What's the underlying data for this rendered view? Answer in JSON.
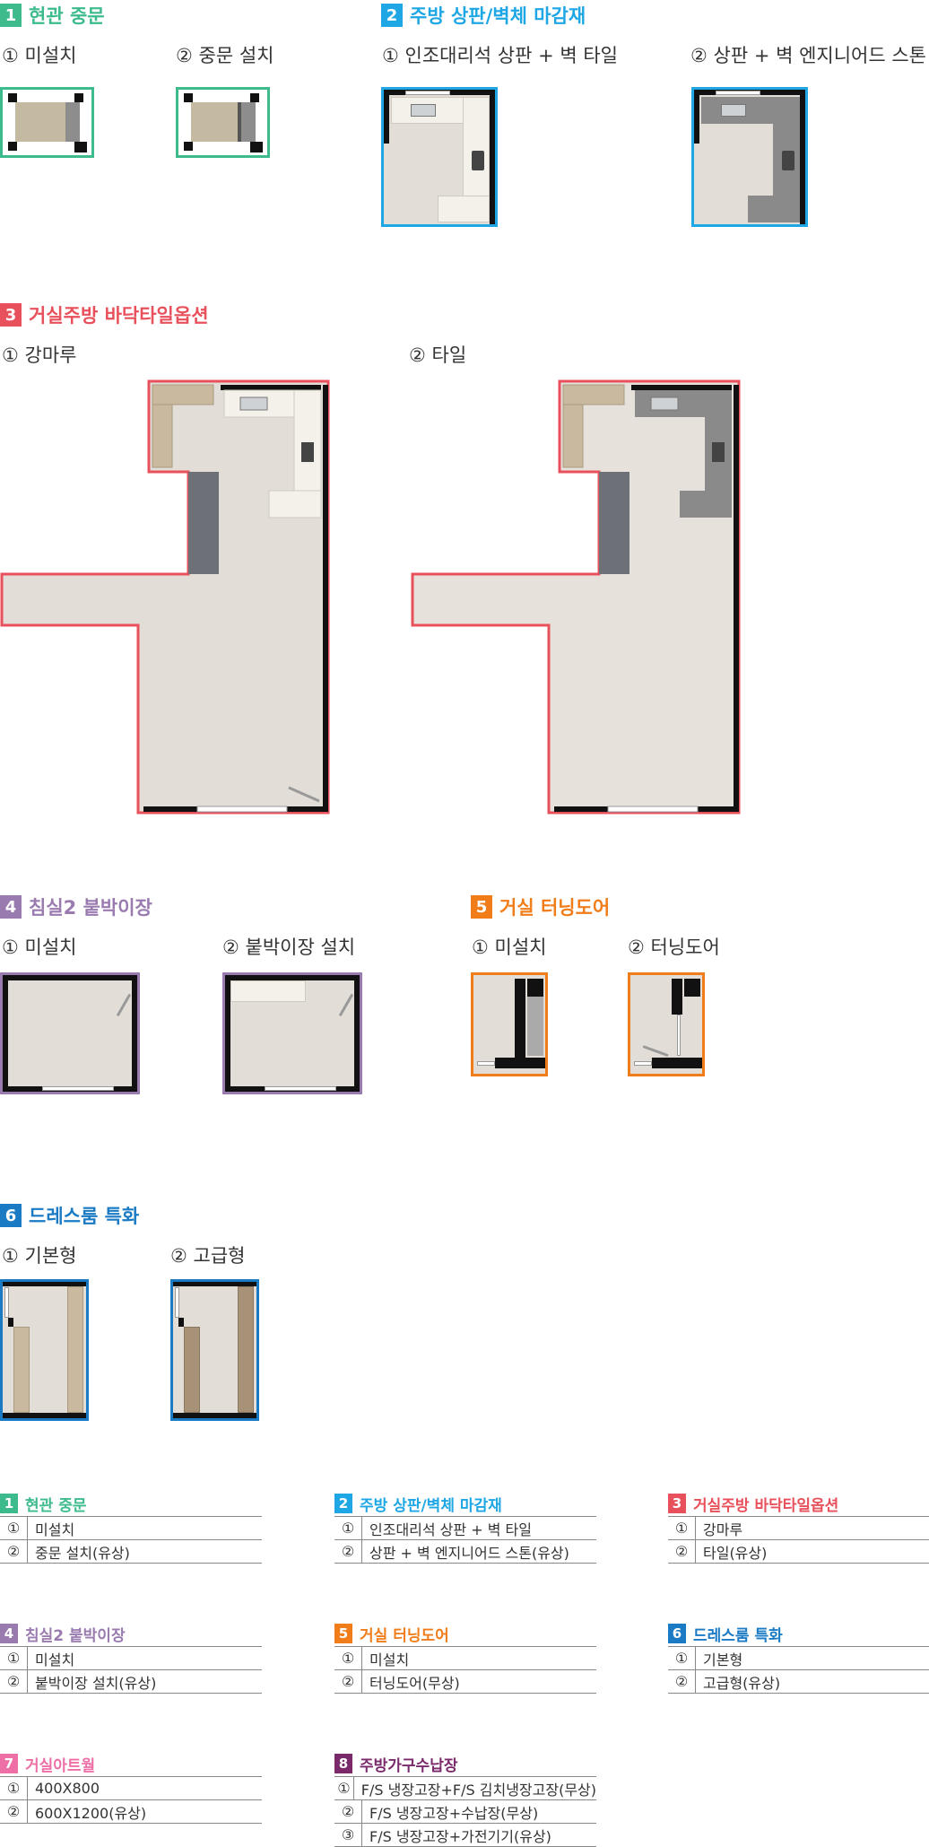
{
  "colors": {
    "s1": "#3dbb8c",
    "s2": "#1ea7e4",
    "s3": "#e8505b",
    "s4": "#9a7bb0",
    "s5": "#f07d1a",
    "s6": "#1a7bc4",
    "s7": "#ee6fa6",
    "s8": "#7a2a6b"
  },
  "sections": {
    "s1": {
      "num": "1",
      "title": "현관 중문",
      "opt1": "① 미설치",
      "opt2": "② 중문 설치"
    },
    "s2": {
      "num": "2",
      "title": "주방 상판/벽체 마감재",
      "opt1": "① 인조대리석 상판 + 벽 타일",
      "opt2": "② 상판 + 벽 엔지니어드 스톤"
    },
    "s3": {
      "num": "3",
      "title": "거실주방 바닥타일옵션",
      "opt1": "① 강마루",
      "opt2": "② 타일"
    },
    "s4": {
      "num": "4",
      "title": "침실2 붙박이장",
      "opt1": "① 미설치",
      "opt2": "② 붙박이장 설치"
    },
    "s5": {
      "num": "5",
      "title": "거실 터닝도어",
      "opt1": "① 미설치",
      "opt2": "② 터닝도어"
    },
    "s6": {
      "num": "6",
      "title": "드레스룸 특화",
      "opt1": "① 기본형",
      "opt2": "② 고급형"
    }
  },
  "summary": [
    {
      "key": "s1",
      "num": "1",
      "title": "현관 중문",
      "rows": [
        {
          "n": "①",
          "t": "미설치"
        },
        {
          "n": "②",
          "t": "중문 설치(유상)"
        }
      ]
    },
    {
      "key": "s2",
      "num": "2",
      "title": "주방 상판/벽체 마감재",
      "rows": [
        {
          "n": "①",
          "t": "인조대리석 상판 + 벽 타일"
        },
        {
          "n": "②",
          "t": "상판 + 벽 엔지니어드 스톤(유상)"
        }
      ]
    },
    {
      "key": "s3",
      "num": "3",
      "title": "거실주방 바닥타일옵션",
      "rows": [
        {
          "n": "①",
          "t": "강마루"
        },
        {
          "n": "②",
          "t": "타일(유상)"
        }
      ]
    },
    {
      "key": "s4",
      "num": "4",
      "title": "침실2 붙박이장",
      "rows": [
        {
          "n": "①",
          "t": "미설치"
        },
        {
          "n": "②",
          "t": "붙박이장 설치(유상)"
        }
      ]
    },
    {
      "key": "s5",
      "num": "5",
      "title": "거실 터닝도어",
      "rows": [
        {
          "n": "①",
          "t": "미설치"
        },
        {
          "n": "②",
          "t": "터닝도어(무상)"
        }
      ]
    },
    {
      "key": "s6",
      "num": "6",
      "title": "드레스룸 특화",
      "rows": [
        {
          "n": "①",
          "t": "기본형"
        },
        {
          "n": "②",
          "t": "고급형(유상)"
        }
      ]
    },
    {
      "key": "s7",
      "num": "7",
      "title": "거실아트월",
      "rows": [
        {
          "n": "①",
          "t": "400X800"
        },
        {
          "n": "②",
          "t": "600X1200(유상)"
        }
      ]
    },
    {
      "key": "s8",
      "num": "8",
      "title": "주방가구수납장",
      "rows": [
        {
          "n": "①",
          "t": "F/S 냉장고장+F/S 김치냉장고장(무상)"
        },
        {
          "n": "②",
          "t": "F/S 냉장고장+수납장(무상)"
        },
        {
          "n": "③",
          "t": "F/S 냉장고장+가전기기(유상)"
        }
      ]
    }
  ]
}
